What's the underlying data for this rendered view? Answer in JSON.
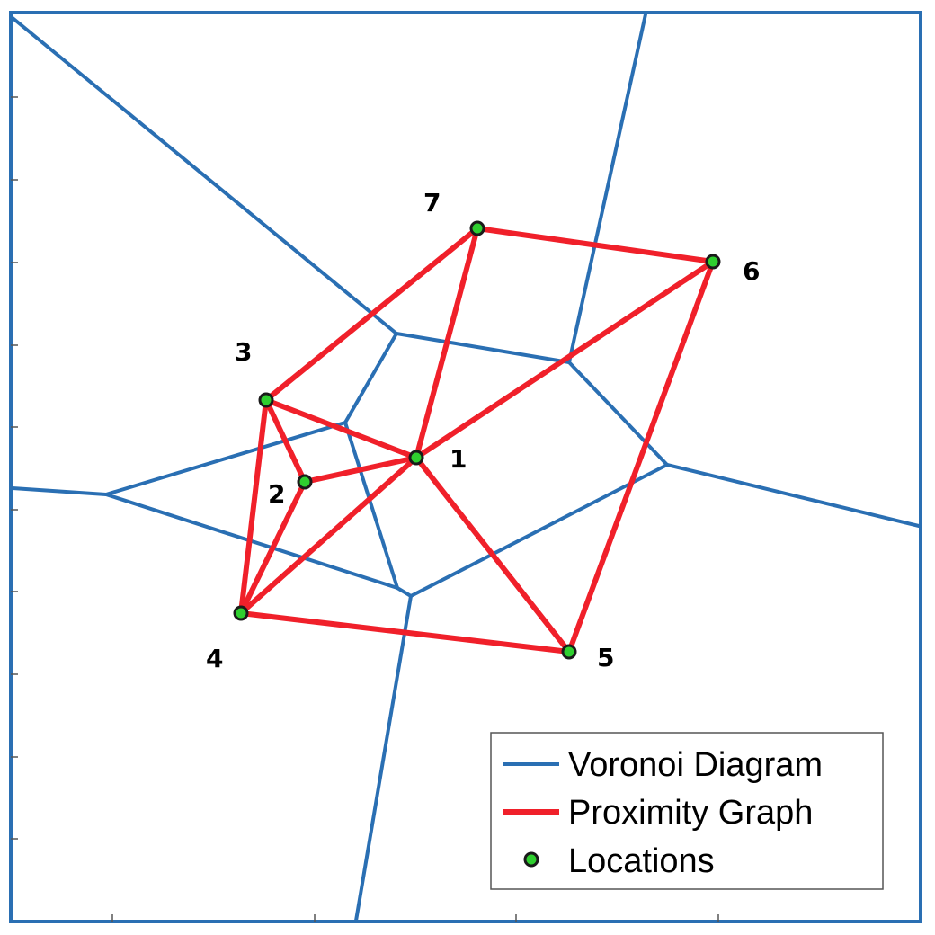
{
  "colors": {
    "voronoi": "#2a6fb3",
    "proximity": "#f0202a",
    "location_fill": "#2fcf2f",
    "location_stroke": "#1a1a1a",
    "frame": "#2a6fb3"
  },
  "locations": [
    {
      "id": 1,
      "label": "1"
    },
    {
      "id": 2,
      "label": "2"
    },
    {
      "id": 3,
      "label": "3"
    },
    {
      "id": 4,
      "label": "4"
    },
    {
      "id": 5,
      "label": "5"
    },
    {
      "id": 6,
      "label": "6"
    },
    {
      "id": 7,
      "label": "7"
    }
  ],
  "proximity_edges": [
    [
      1,
      2
    ],
    [
      1,
      3
    ],
    [
      1,
      4
    ],
    [
      1,
      5
    ],
    [
      1,
      6
    ],
    [
      1,
      7
    ],
    [
      2,
      3
    ],
    [
      2,
      4
    ],
    [
      3,
      4
    ],
    [
      3,
      7
    ],
    [
      4,
      5
    ],
    [
      5,
      6
    ],
    [
      6,
      7
    ]
  ],
  "legend": {
    "voronoi_label": "Voronoi Diagram",
    "proximity_label": "Proximity Graph",
    "locations_label": "Locations"
  }
}
